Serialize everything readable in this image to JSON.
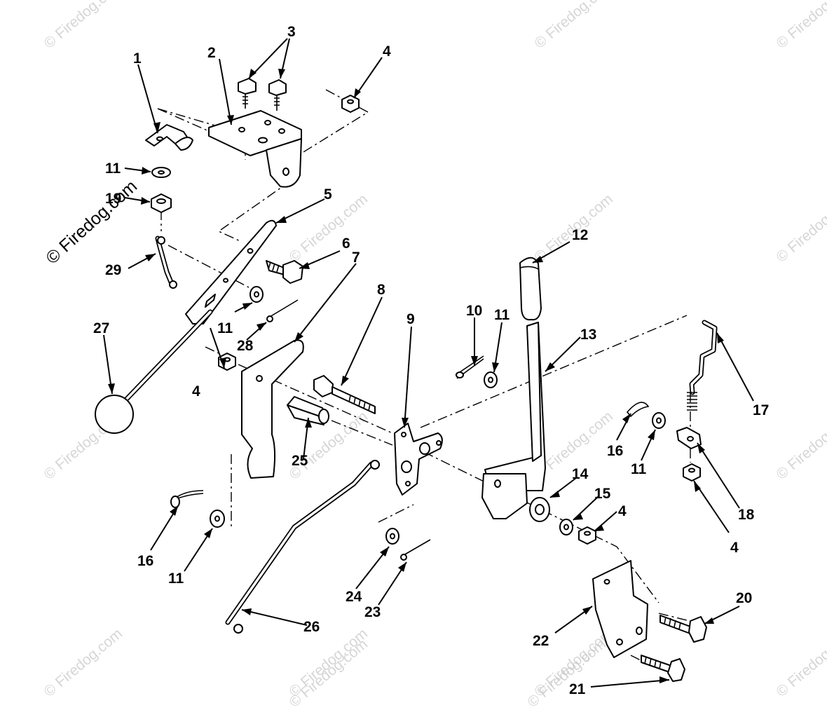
{
  "diagram": {
    "callouts": {
      "c1": "1",
      "c2": "2",
      "c3": "3",
      "c4a": "4",
      "c4b": "4",
      "c4c": "4",
      "c4d": "4",
      "c5": "5",
      "c6": "6",
      "c7": "7",
      "c8": "8",
      "c9": "9",
      "c10": "10",
      "c11a": "11",
      "c11b": "11",
      "c11c": "11",
      "c11d": "11",
      "c11e": "11",
      "c12": "12",
      "c13": "13",
      "c14": "14",
      "c15": "15",
      "c16a": "16",
      "c16b": "16",
      "c17": "17",
      "c18": "18",
      "c19": "19",
      "c20": "20",
      "c21": "21",
      "c22": "22",
      "c23": "23",
      "c24": "24",
      "c25": "25",
      "c26": "26",
      "c27": "27",
      "c28": "28",
      "c29": "29"
    },
    "watermark": {
      "main": "© Firedog.com",
      "faint": "© Firedog.com"
    }
  }
}
